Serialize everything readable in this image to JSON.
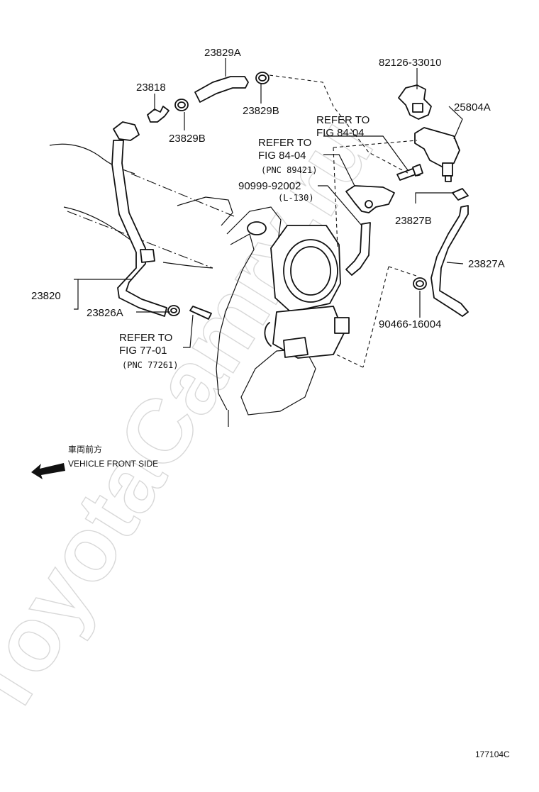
{
  "diagram": {
    "watermark": "ToyotaCamry.ru",
    "figure_id": "177104C",
    "direction": {
      "japanese": "車両前方",
      "english": "VEHICLE FRONT SIDE"
    },
    "callouts": {
      "p23829A": "23829A",
      "p23818": "23818",
      "p23829B_top": "23829B",
      "p23829B_mid": "23829B",
      "p82126": "82126-33010",
      "p25804A": "25804A",
      "p90999": "90999-92002",
      "p90999_note": "(L-130)",
      "p23827B": "23827B",
      "p23827A": "23827A",
      "p23820": "23820",
      "p23826A": "23826A",
      "p90466": "90466-16004"
    },
    "refs": {
      "fig84_a_l1": "REFER TO",
      "fig84_a_l2": "FIG 84-04",
      "fig84_b_l1": "REFER TO",
      "fig84_b_l2": "FIG 84-04",
      "fig84_b_pnc": "(PNC 89421)",
      "fig77_l1": "REFER TO",
      "fig77_l2": "FIG 77-01",
      "fig77_pnc": "(PNC 77261)"
    }
  }
}
